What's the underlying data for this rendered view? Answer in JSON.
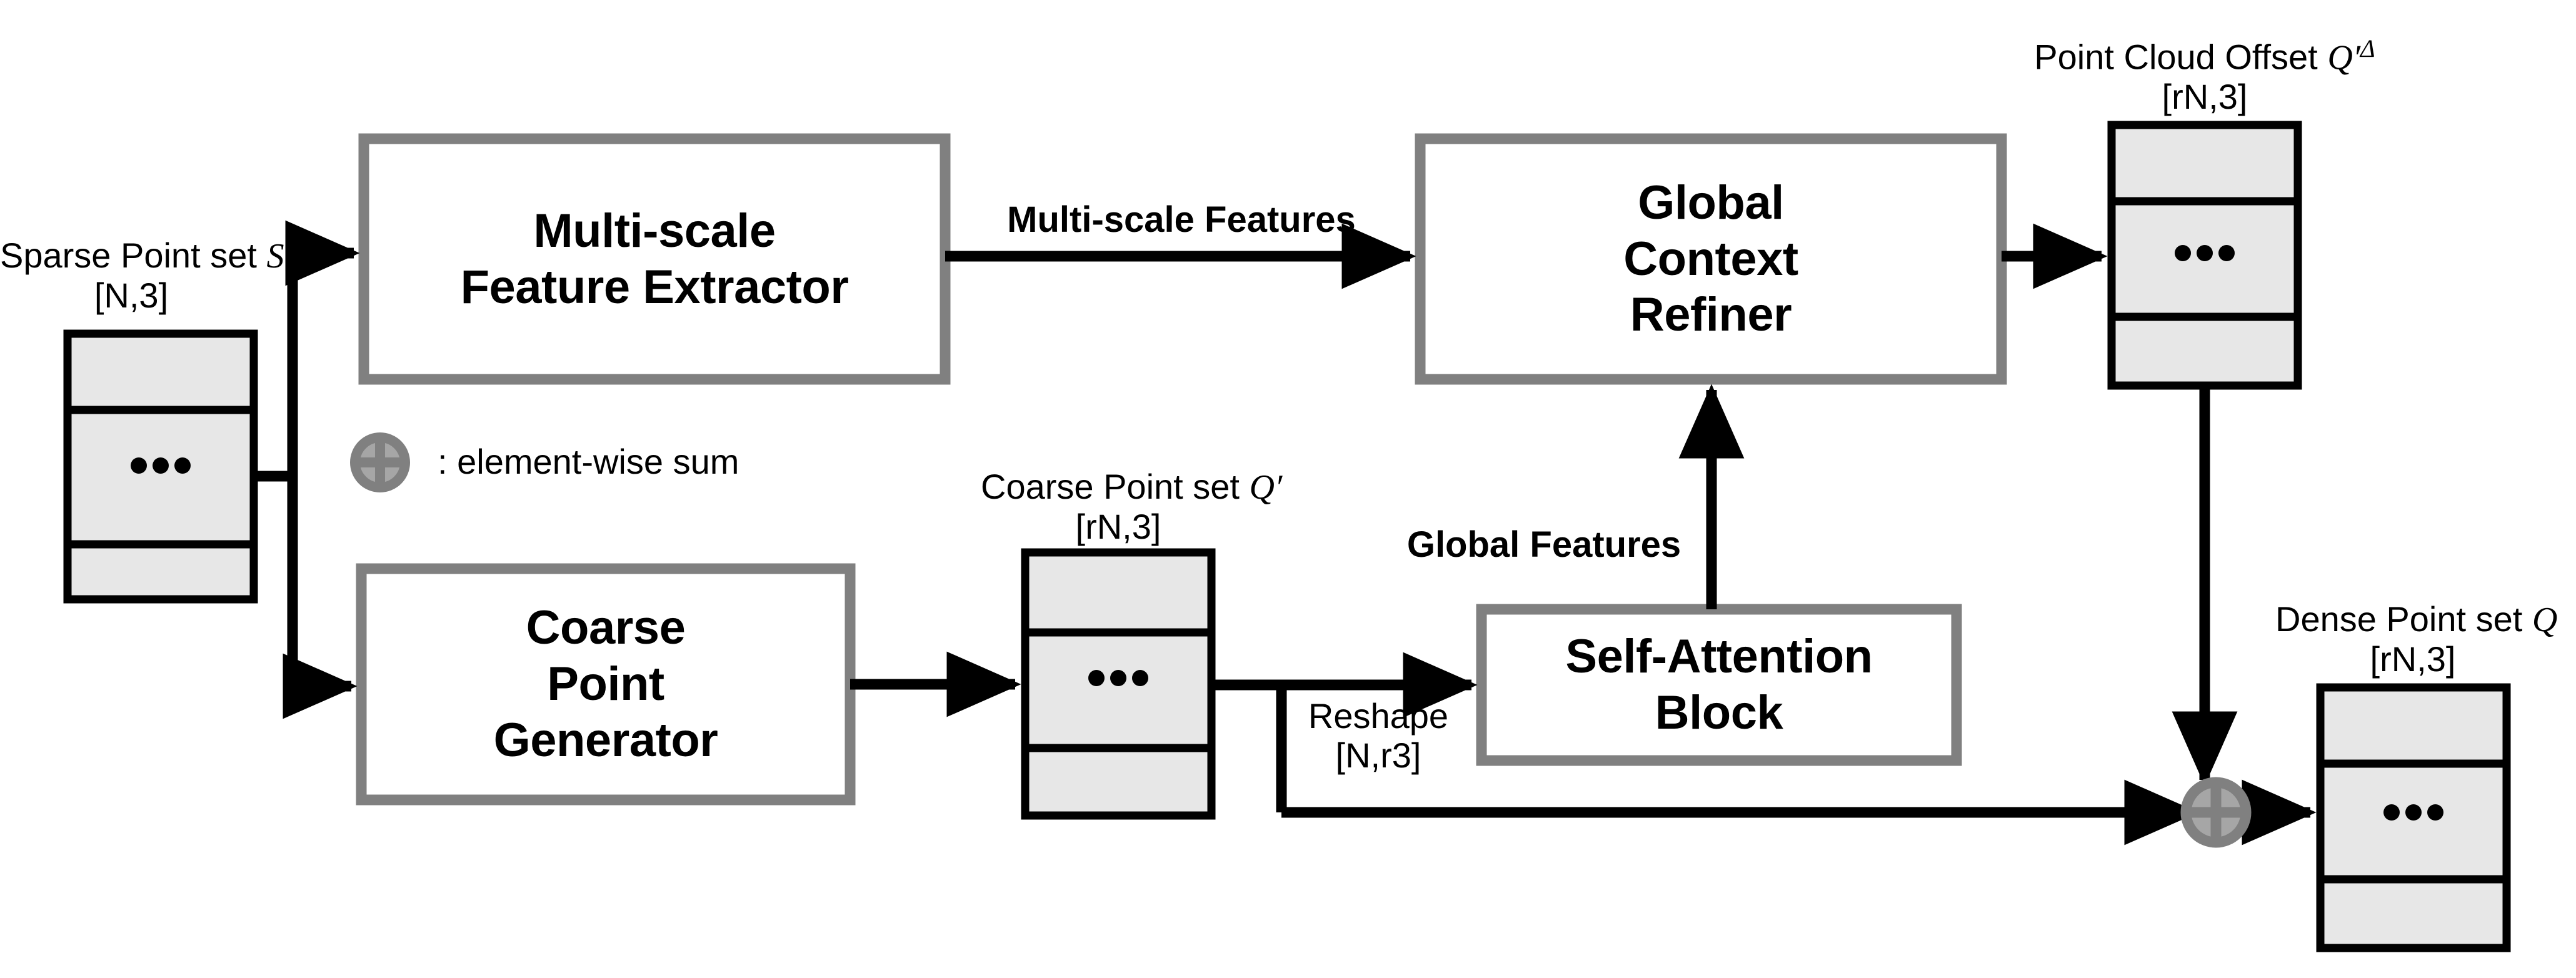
{
  "diagram": {
    "title": "Point cloud upsampling network architecture",
    "colors": {
      "block_border": "#808080",
      "block_fill": "#ffffff",
      "pointset_fill": "#e7e7e7",
      "pointset_border": "#000000",
      "arrow": "#000000",
      "sum_ring": "#808080",
      "sum_quadrant": "#a6a6a6"
    },
    "blocks": [
      {
        "id": "multi-scale-feature-extractor",
        "lines": [
          "Multi-scale",
          "Feature Extractor"
        ]
      },
      {
        "id": "global-context-refiner",
        "lines": [
          "Global",
          "Context",
          "Refiner"
        ]
      },
      {
        "id": "coarse-point-generator",
        "lines": [
          "Coarse",
          "Point",
          "Generator"
        ]
      },
      {
        "id": "self-attention-block",
        "lines": [
          "Self-Attention",
          "Block"
        ]
      }
    ],
    "point_sets": [
      {
        "id": "sparse-point-set",
        "name": "Sparse Point set",
        "symbol": "S",
        "sup": "",
        "shape": "[N,3]",
        "dots": "• • •"
      },
      {
        "id": "coarse-point-set",
        "name": "Coarse Point set",
        "symbol": "Q′",
        "sup": "",
        "shape": "[rN,3]",
        "dots": "• • •"
      },
      {
        "id": "point-cloud-offset",
        "name": "Point Cloud Offset",
        "symbol": "Q′",
        "sup": "Δ",
        "shape": "[rN,3]",
        "dots": "• • •"
      },
      {
        "id": "dense-point-set",
        "name": "Dense Point set",
        "symbol": "Q",
        "sup": "",
        "shape": "[rN,3]",
        "dots": "• • •"
      }
    ],
    "edge_labels": [
      {
        "id": "multi-scale-features",
        "text": "Multi-scale Features"
      },
      {
        "id": "global-features",
        "text": "Global Features"
      },
      {
        "id": "reshape",
        "text": "Reshape"
      },
      {
        "id": "reshape-shape",
        "text": "[N,r3]"
      }
    ],
    "legend": {
      "symbol": "⊕",
      "text": ": element-wise sum"
    }
  }
}
